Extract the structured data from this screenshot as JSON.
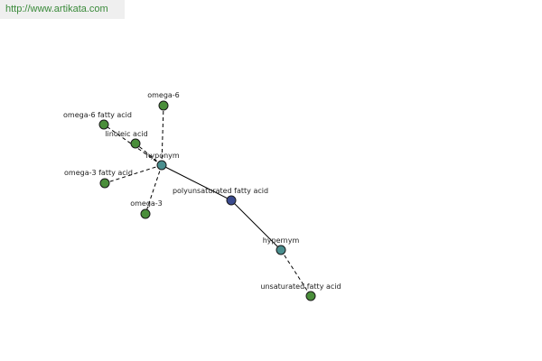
{
  "site": {
    "url": "http://www.artikata.com"
  },
  "colors": {
    "center_node": "#3a4a8e",
    "relation_node": "#4a8e8e",
    "leaf_node": "#4a8e3a",
    "edge": "#000000",
    "url_text": "#3a8a3a",
    "banner_bg": "#efefef"
  },
  "graph": {
    "nodes": [
      {
        "id": "center",
        "label": "polyunsaturated fatty acid",
        "kind": "center"
      },
      {
        "id": "hyponym",
        "label": "hyponym",
        "kind": "relation"
      },
      {
        "id": "hypernym",
        "label": "hypernym",
        "kind": "relation"
      },
      {
        "id": "omega6",
        "label": "omega-6",
        "kind": "leaf"
      },
      {
        "id": "omega6fa",
        "label": "omega-6 fatty acid",
        "kind": "leaf"
      },
      {
        "id": "linoleic",
        "label": "linoleic acid",
        "kind": "leaf"
      },
      {
        "id": "omega3fa",
        "label": "omega-3 fatty acid",
        "kind": "leaf"
      },
      {
        "id": "omega3",
        "label": "omega-3",
        "kind": "leaf"
      },
      {
        "id": "unsat",
        "label": "unsaturated fatty acid",
        "kind": "leaf"
      }
    ],
    "edges": [
      {
        "from": "hyponym",
        "to": "center",
        "style": "solid"
      },
      {
        "from": "center",
        "to": "hypernym",
        "style": "solid"
      },
      {
        "from": "hyponym",
        "to": "omega6",
        "style": "dashed"
      },
      {
        "from": "hyponym",
        "to": "omega6fa",
        "style": "dashed"
      },
      {
        "from": "hyponym",
        "to": "linoleic",
        "style": "dashed"
      },
      {
        "from": "hyponym",
        "to": "omega3fa",
        "style": "dashed"
      },
      {
        "from": "hyponym",
        "to": "omega3",
        "style": "dashed"
      },
      {
        "from": "hypernym",
        "to": "unsat",
        "style": "dashed"
      }
    ]
  }
}
